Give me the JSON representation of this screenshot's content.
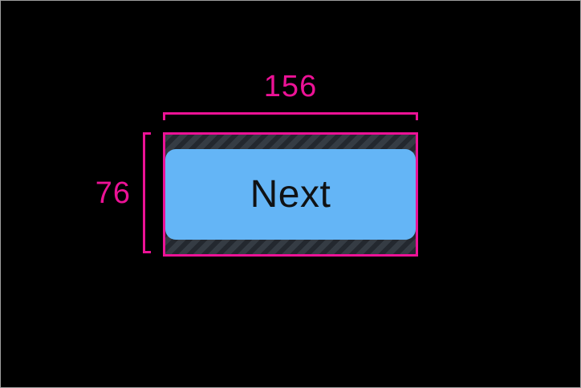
{
  "theme": {
    "accent": "#EC1296",
    "canvas_bg": "#000000",
    "canvas_border": "#9E9E9E",
    "hatch_base": "#353C44",
    "hatch_stripe": "#23282F",
    "button_fill": "#64B5F6",
    "button_text": "#101214"
  },
  "dimensions": {
    "width_label": "156",
    "height_label": "76"
  },
  "button": {
    "label": "Next"
  }
}
